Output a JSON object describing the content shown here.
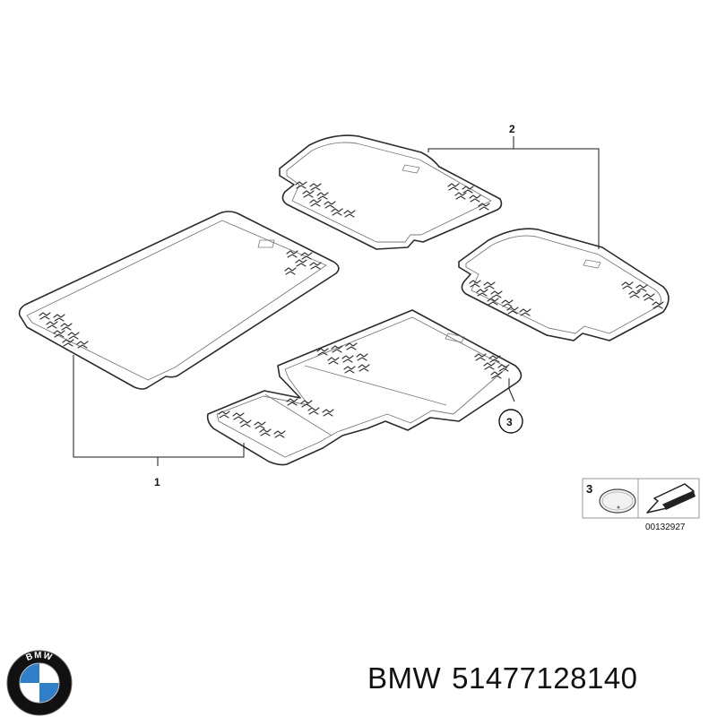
{
  "diagram": {
    "callouts": [
      "1",
      "2",
      "3"
    ],
    "legend": {
      "number": "3",
      "doc_number": "00132927"
    }
  },
  "footer": {
    "brand": "BMW",
    "part_number": "51477128140"
  },
  "logo": {
    "letters": "BMW",
    "colors": {
      "ring": "#111111",
      "blue": "#2f7fc9",
      "white": "#ffffff"
    }
  }
}
